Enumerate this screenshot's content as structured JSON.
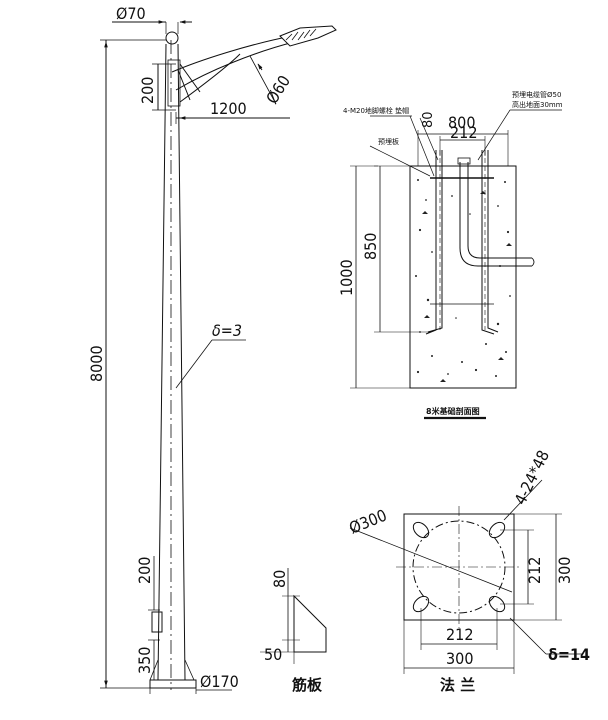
{
  "pole": {
    "top_dia": "Ø70",
    "lamp_dia": "Ø60",
    "arm_rise": "200",
    "arm_reach": "1200",
    "wall_thickness": "δ=3",
    "height": "8000",
    "door_height": "200",
    "door_offset": "350",
    "base_dia": "Ø170"
  },
  "foundation": {
    "bolts_label": "4-M20地脚螺栓 垫帽",
    "cable_label": "预埋电缆管Ø50",
    "cable_label2": "高出地面30mm",
    "plate_label": "预埋板",
    "dim_offset": "80",
    "width": "800",
    "center_width": "212",
    "bolt_depth": "850",
    "depth": "1000",
    "caption": "8米基础剖面图"
  },
  "rib": {
    "height": "80",
    "width": "50",
    "caption": "筋板"
  },
  "flange": {
    "circle_dia": "Ø300",
    "holes": "4-24*48",
    "hole_spacing_v": "212",
    "height": "300",
    "hole_spacing_h": "212",
    "width": "300",
    "thickness": "δ=14",
    "caption": "法 兰"
  }
}
